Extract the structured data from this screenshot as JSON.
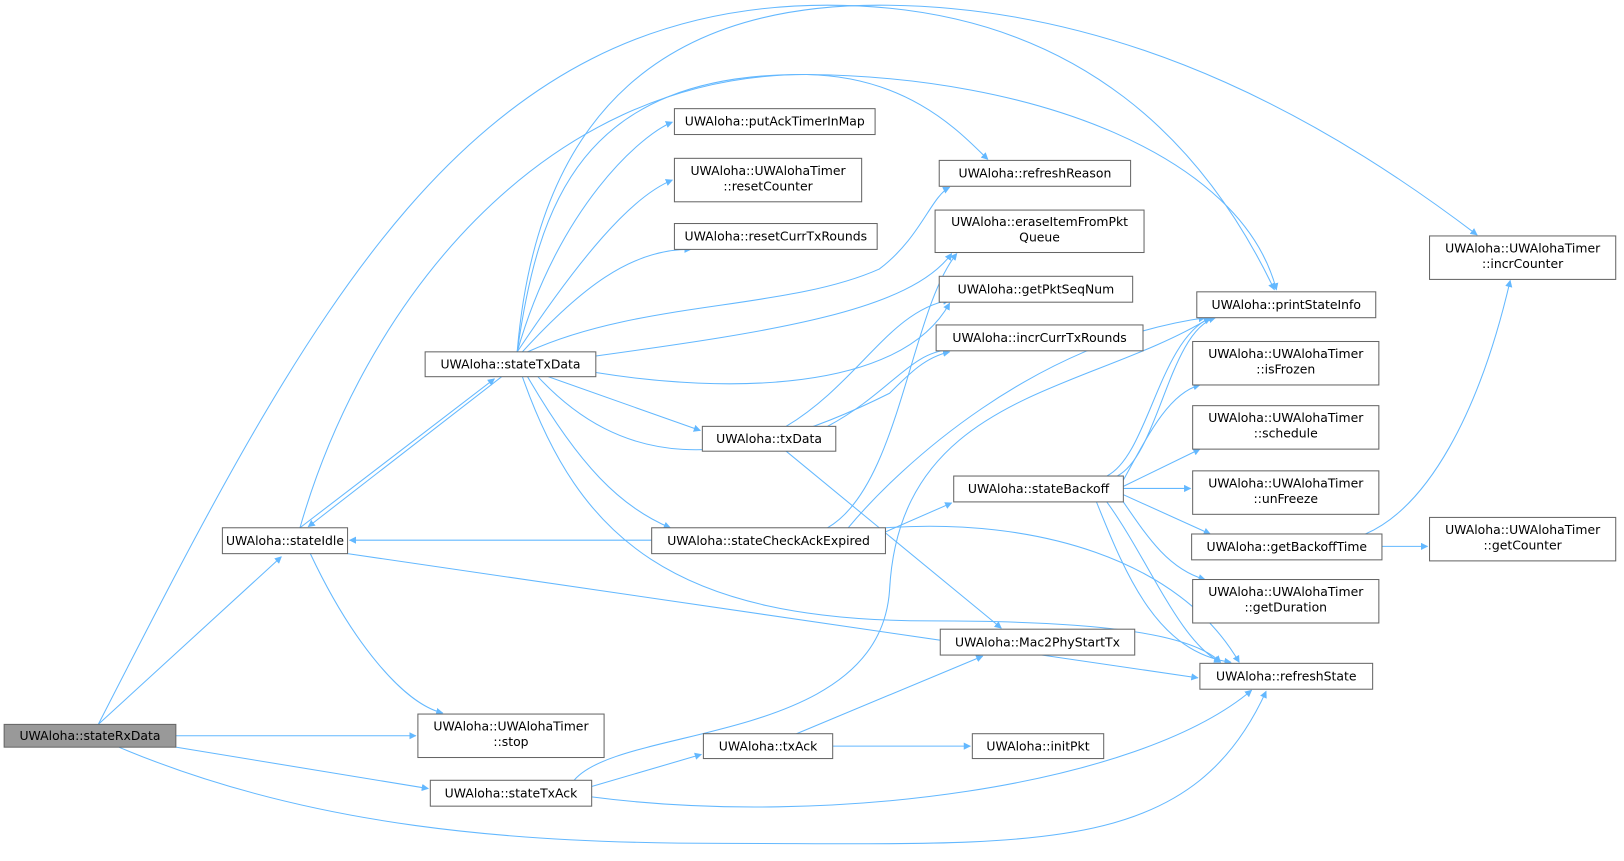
{
  "nodes": {
    "stateRxData": [
      "UWAloha::stateRxData"
    ],
    "stateIdle": [
      "UWAloha::stateIdle"
    ],
    "stateTxData": [
      "UWAloha::stateTxData"
    ],
    "putAckTimerInMap": [
      "UWAloha::putAckTimerInMap"
    ],
    "resetCounter": [
      "UWAloha::UWAlohaTimer",
      "::resetCounter"
    ],
    "resetCurrTxRounds": [
      "UWAloha::resetCurrTxRounds"
    ],
    "txData": [
      "UWAloha::txData"
    ],
    "stateCheckAckExpired": [
      "UWAloha::stateCheckAckExpired"
    ],
    "stateTxAck": [
      "UWAloha::stateTxAck"
    ],
    "stop": [
      "UWAloha::UWAlohaTimer",
      "::stop"
    ],
    "txAck": [
      "UWAloha::txAck"
    ],
    "refreshReason": [
      "UWAloha::refreshReason"
    ],
    "eraseItemFromPktQueue": [
      "UWAloha::eraseItemFromPkt",
      "Queue"
    ],
    "getPktSeqNum": [
      "UWAloha::getPktSeqNum"
    ],
    "incrCurrTxRounds": [
      "UWAloha::incrCurrTxRounds"
    ],
    "stateBackoff": [
      "UWAloha::stateBackoff"
    ],
    "Mac2PhyStartTx": [
      "UWAloha::Mac2PhyStartTx"
    ],
    "initPkt": [
      "UWAloha::initPkt"
    ],
    "printStateInfo": [
      "UWAloha::printStateInfo"
    ],
    "isFrozen": [
      "UWAloha::UWAlohaTimer",
      "::isFrozen"
    ],
    "schedule": [
      "UWAloha::UWAlohaTimer",
      "::schedule"
    ],
    "unFreeze": [
      "UWAloha::UWAlohaTimer",
      "::unFreeze"
    ],
    "getBackoffTime": [
      "UWAloha::getBackoffTime"
    ],
    "getDuration": [
      "UWAloha::UWAlohaTimer",
      "::getDuration"
    ],
    "refreshState": [
      "UWAloha::refreshState"
    ],
    "incrCounter": [
      "UWAloha::UWAlohaTimer",
      "::incrCounter"
    ],
    "getCounter": [
      "UWAloha::UWAlohaTimer",
      "::getCounter"
    ]
  },
  "colors": {
    "edge": "#63b8ff",
    "root_fill": "#999999",
    "border": "#666666"
  }
}
